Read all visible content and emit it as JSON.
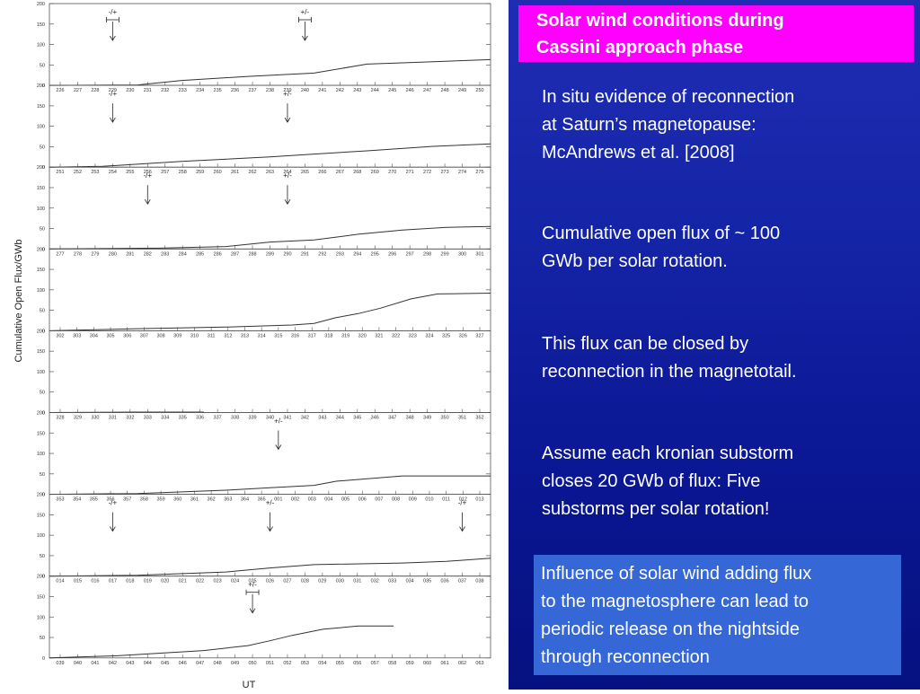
{
  "slide": {
    "title_line1": "Solar wind conditions during",
    "title_line2": "Cassini approach phase",
    "p1_line1": "In situ evidence of reconnection",
    "p1_line2": "at Saturn’s magnetopause:",
    "p1_line3": "McAndrews et al. [2008]",
    "p2_line1": "Cumulative open flux of ~ 100",
    "p2_line2": "GWb per solar rotation.",
    "p3_line1": "This flux can be closed by",
    "p3_line2": "reconnection in the magnetotail.",
    "p4_line1": "Assume each kronian substorm",
    "p4_line2": "closes 20 GWb of flux: Five",
    "p4_line3": "substorms per solar rotation!",
    "box_line1": "Influence of solar wind adding flux",
    "box_line2": "to the magnetosphere can lead to",
    "box_line3": "periodic release on the nightside",
    "box_line4": "through reconnection"
  },
  "figure": {
    "ylabel": "Cumulative Open Flux/GWb",
    "xlabel": "UT",
    "yticks": [
      "0",
      "50",
      "100",
      "150",
      "200"
    ],
    "panels": [
      {
        "days": [
          "226",
          "227",
          "228",
          "229",
          "230",
          "231",
          "232",
          "233",
          "234",
          "235",
          "236",
          "237",
          "238",
          "239",
          "240",
          "241",
          "242",
          "243",
          "244",
          "245",
          "246",
          "247",
          "248",
          "249",
          "250"
        ],
        "markers": [
          {
            "label": "-/+",
            "day": "229",
            "bracket": true
          },
          {
            "label": "+/-",
            "day": "240",
            "bracket": true
          }
        ],
        "curve": [
          [
            0,
            0
          ],
          [
            0.2,
            1
          ],
          [
            0.3,
            12
          ],
          [
            0.45,
            22
          ],
          [
            0.6,
            30
          ],
          [
            0.72,
            52
          ],
          [
            0.85,
            57
          ],
          [
            1,
            63
          ]
        ]
      },
      {
        "days": [
          "251",
          "252",
          "253",
          "254",
          "255",
          "256",
          "257",
          "258",
          "259",
          "260",
          "261",
          "262",
          "263",
          "264",
          "265",
          "266",
          "267",
          "268",
          "269",
          "270",
          "271",
          "272",
          "273",
          "274",
          "275"
        ],
        "markers": [
          {
            "label": "-/+",
            "day": "254",
            "bracket": false
          },
          {
            "label": "+/-",
            "day": "264",
            "bracket": false
          }
        ],
        "curve": [
          [
            0,
            0
          ],
          [
            0.12,
            2
          ],
          [
            0.3,
            14
          ],
          [
            0.5,
            25
          ],
          [
            0.6,
            32
          ],
          [
            0.72,
            40
          ],
          [
            0.87,
            51
          ],
          [
            1,
            57
          ]
        ]
      },
      {
        "days": [
          "277",
          "278",
          "279",
          "280",
          "281",
          "282",
          "283",
          "284",
          "285",
          "286",
          "287",
          "288",
          "289",
          "290",
          "291",
          "292",
          "293",
          "294",
          "295",
          "296",
          "297",
          "298",
          "299",
          "300",
          "301"
        ],
        "markers": [
          {
            "label": "-/+",
            "day": "282",
            "bracket": false
          },
          {
            "label": "+/-",
            "day": "290",
            "bracket": false
          }
        ],
        "curve": [
          [
            0,
            0
          ],
          [
            0.25,
            2
          ],
          [
            0.4,
            6
          ],
          [
            0.5,
            17
          ],
          [
            0.6,
            22
          ],
          [
            0.7,
            36
          ],
          [
            0.8,
            46
          ],
          [
            0.9,
            53
          ],
          [
            1,
            55
          ]
        ]
      },
      {
        "days": [
          "302",
          "303",
          "304",
          "305",
          "306",
          "307",
          "308",
          "309",
          "310",
          "311",
          "312",
          "313",
          "314",
          "315",
          "316",
          "317",
          "318",
          "319",
          "320",
          "321",
          "322",
          "323",
          "324",
          "325",
          "326",
          "327"
        ],
        "markers": [],
        "curve": [
          [
            0,
            0
          ],
          [
            0.2,
            5
          ],
          [
            0.4,
            9
          ],
          [
            0.55,
            14
          ],
          [
            0.6,
            18
          ],
          [
            0.65,
            32
          ],
          [
            0.7,
            42
          ],
          [
            0.75,
            55
          ],
          [
            0.82,
            78
          ],
          [
            0.88,
            90
          ],
          [
            1,
            92
          ]
        ]
      },
      {
        "days": [
          "328",
          "329",
          "330",
          "331",
          "332",
          "333",
          "334",
          "335",
          "336",
          "337",
          "338",
          "339",
          "340",
          "341",
          "342",
          "343",
          "344",
          "345",
          "346",
          "347",
          "348",
          "349",
          "350",
          "351",
          "352"
        ],
        "markers": [],
        "curve": [
          [
            0,
            0
          ],
          [
            0.2,
            1
          ],
          [
            0.35,
            1
          ]
        ]
      },
      {
        "days": [
          "353",
          "354",
          "355",
          "356",
          "357",
          "358",
          "359",
          "360",
          "361",
          "362",
          "363",
          "364",
          "365",
          "001",
          "002",
          "003",
          "004",
          "005",
          "006",
          "007",
          "008",
          "009",
          "010",
          "011",
          "012",
          "013"
        ],
        "markers": [
          {
            "label": "+/-",
            "day": "001",
            "bracket": false
          }
        ],
        "curve": [
          [
            0,
            0
          ],
          [
            0.2,
            2
          ],
          [
            0.4,
            10
          ],
          [
            0.5,
            16
          ],
          [
            0.6,
            22
          ],
          [
            0.65,
            32
          ],
          [
            0.8,
            45
          ],
          [
            1,
            45
          ]
        ]
      },
      {
        "days": [
          "014",
          "015",
          "016",
          "017",
          "018",
          "019",
          "020",
          "021",
          "022",
          "023",
          "024",
          "025",
          "026",
          "027",
          "028",
          "029",
          "030",
          "031",
          "032",
          "033",
          "034",
          "035",
          "036",
          "037",
          "038"
        ],
        "markers": [
          {
            "label": "-/+",
            "day": "017",
            "bracket": false
          },
          {
            "label": "+/-",
            "day": "026",
            "bracket": false
          },
          {
            "label": "-/+",
            "day": "037",
            "bracket": false
          }
        ],
        "curve": [
          [
            0,
            0
          ],
          [
            0.2,
            2
          ],
          [
            0.4,
            10
          ],
          [
            0.5,
            20
          ],
          [
            0.6,
            28
          ],
          [
            0.8,
            32
          ],
          [
            0.9,
            36
          ],
          [
            1,
            44
          ]
        ]
      },
      {
        "days": [
          "039",
          "040",
          "041",
          "042",
          "043",
          "044",
          "045",
          "046",
          "047",
          "048",
          "049",
          "050",
          "051",
          "052",
          "053",
          "054",
          "055",
          "056",
          "057",
          "058",
          "059",
          "060",
          "061",
          "062",
          "063"
        ],
        "markers": [
          {
            "label": "+/-",
            "day": "050",
            "bracket": true
          }
        ],
        "curve": [
          [
            0,
            0
          ],
          [
            0.15,
            5
          ],
          [
            0.35,
            18
          ],
          [
            0.45,
            30
          ],
          [
            0.5,
            42
          ],
          [
            0.55,
            55
          ],
          [
            0.62,
            70
          ],
          [
            0.7,
            78
          ],
          [
            0.78,
            78
          ]
        ]
      }
    ]
  }
}
